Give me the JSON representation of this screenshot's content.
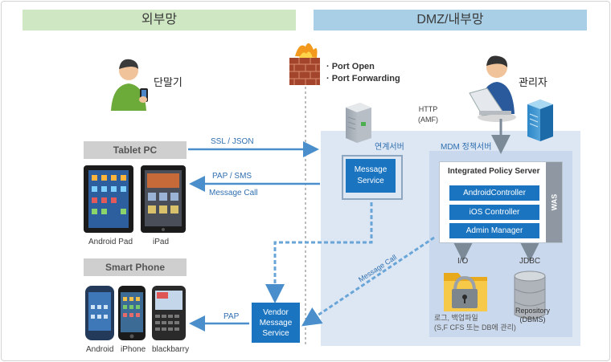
{
  "zones": {
    "external": "외부망",
    "internal": "DMZ/내부망"
  },
  "firewall": {
    "line1": "· Port Open",
    "line2": "· Port Forwarding"
  },
  "actors": {
    "terminal": "단말기",
    "admin": "관리자"
  },
  "tablet": {
    "header": "Tablet PC",
    "android_pad": "Android Pad",
    "ipad": "iPad"
  },
  "smartphone": {
    "header": "Smart Phone",
    "android": "Android",
    "iphone": "iPhone",
    "blackberry": "blackbarry"
  },
  "flows": {
    "ssl_json": "SSL / JSON",
    "pap_sms": "PAP / SMS",
    "message_call_left": "Message Call",
    "pap": "PAP",
    "http": "HTTP\n(AMF)",
    "message_call_diag": "Message Call",
    "io": "I/O",
    "jdbc": "JDBC"
  },
  "link_server": {
    "title": "연계서버",
    "box": "Message\nService"
  },
  "mdm": {
    "title": "MDM 정책서버",
    "ips_title": "Integrated Policy Server",
    "controllers": [
      "AndroidController",
      "iOS Controller",
      "Admin Manager"
    ],
    "was": "WAS"
  },
  "vendor": "Vendor\nMessage\nService",
  "storage": {
    "files": "로그, 백업파일\n(S,F CFS 또는 DB에 관리)",
    "repo": "Repository\n(DBMS)"
  },
  "colors": {
    "green_bar": "#cfe8c3",
    "blue_bar": "#a9cfe6",
    "zone_bg": "#dde7f3",
    "box_blue": "#1a74c0",
    "arrow_blue": "#4a8fcb"
  }
}
